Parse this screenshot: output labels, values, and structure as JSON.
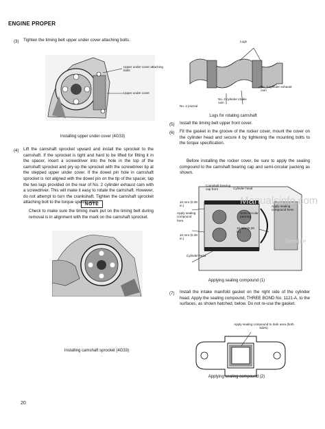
{
  "header": {
    "title": "ENGINE PROPER"
  },
  "left": {
    "step3": {
      "num": "(3)",
      "text": "Tighten the timing belt upper under cover attaching bolts."
    },
    "fig1": {
      "label_bolts": "Upper under cover attaching bolts",
      "label_cover": "Upper under cover",
      "caption": "Installing upper under cover (4G33)"
    },
    "step4": {
      "num": "(4)",
      "text": "Lift the camshaft sprocket upward and install the sprocket to the camshaft. If the sprocket is tight and hard to be lifted for fitting it in the spacer, insert a screwdriver into the hole in the top of the camshaft sprocket and pry up the sprocket with the screwdriver tip at the stepped upper under cover. If the dowel pin hole in camshaft sprocket is not aligned with the dowel pin on the tip of the spacer, tap the two lugs provided on the rear of No. 2 cylinder exhaust cam with a screwdriver. This will make it easy to rotate the camshaft. However, do not attempt to turn the crankshaft. Tighten the camshaft sprocket attaching bolt to the torque specification."
    },
    "note": {
      "label": "NOTE",
      "text": "Check to make sure the timing mark put on the timing belt during removal is in alignment with the mark on the camshaft sprocket."
    },
    "fig2": {
      "caption": "Installing camshaft sprocket (4G33)"
    }
  },
  "right": {
    "fig_lugs": {
      "label_lugs": "Lugs",
      "label_no2_exhaust": "No. 2 cylinder exhaust cam",
      "label_no2_intake": "No. 2 cylinder intake cam",
      "label_journal": "No. 2 journal",
      "caption": "Lugs for rotating camshaft"
    },
    "step5": {
      "num": "(5)",
      "text": "Install the timing belt upper front cover."
    },
    "step6": {
      "num": "(6)",
      "text": "Fit the gasket in the groove of the rocker cover, mount the cover on the cylinder head and secure it by tightening the mounting bolts to the torque specification."
    },
    "before": {
      "text": "Before installing the rocker cover, be sure to apply the sealing compound to the camshaft bearing cap and semi-circular packing as shown."
    },
    "fig_seal1": {
      "label_camshaft_cap": "Camshaft bearing cap front",
      "label_cylinder_head_top": "Cylinder head",
      "label_10mm_top": "10 mm (0.39 in.)",
      "label_apply_left": "Apply sealing compound here.",
      "label_semi": "Semi-circular packing",
      "label_apply_right": "Apply sealing compound here.",
      "label_10mm_right": "10 mm (0.39 in.)",
      "label_10mm_bottom": "10 mm (0.39 in.)",
      "label_cylinder_head_bottom": "Cylinder head",
      "caption": "Applying sealing compound (1)"
    },
    "step7": {
      "num": "(7)",
      "text": "Install the intake manifold gasket on the right side of the cylinder head. Apply the sealing compound, THREE BOND No. 1121-A, to the surfaces, as shown hatched, below. Do not re-use the gasket."
    },
    "fig_seal2": {
      "label": "Apply sealing compound to dark area (both sides).",
      "caption": "Applying sealing compound (2)"
    }
  },
  "watermark": {
    "text": "Manualsinfo.com",
    "sample": "Sample"
  },
  "footer": {
    "page": "20"
  }
}
